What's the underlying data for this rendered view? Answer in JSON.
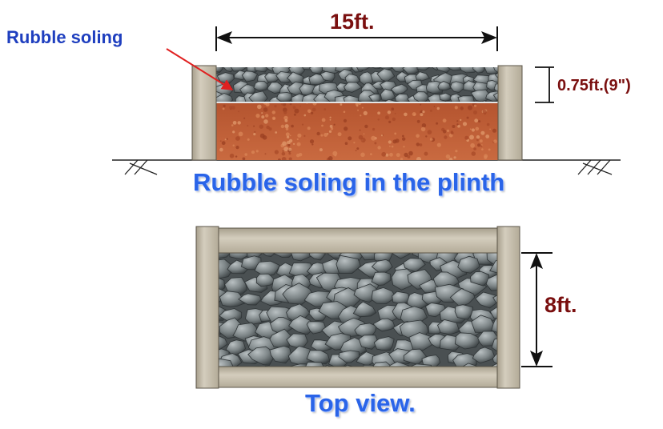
{
  "diagram": {
    "callout_label": "Rubble soling",
    "length_label": "15ft.",
    "depth_label": "0.75ft.(9\")",
    "width_label": "8ft.",
    "section_title": "Rubble soling in the plinth",
    "top_view_title": "Top view.",
    "colors": {
      "callout_text": "#1f3fbf",
      "dimension_text": "#7a0f0f",
      "title_text": "#2a64e8",
      "callout_arrow": "#e02020",
      "wall": "#c9c2b3",
      "soil": "#c0623a",
      "stone": "#7d8587"
    }
  }
}
